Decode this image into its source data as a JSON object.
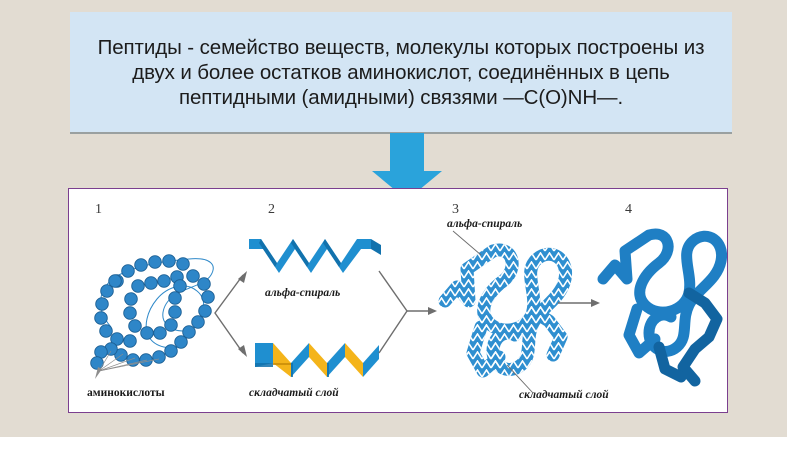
{
  "slide": {
    "background_color": "#e2dcd2",
    "page_background": "#ffffff"
  },
  "title": {
    "text": "Пептиды -  семейство веществ, молекулы которых построены из двух и более остатков аминокислот, соединённых в цепь пептидными (амидными) связями —C(O)NH—.",
    "background_color": "#d3e5f4",
    "text_color": "#1c1c1c",
    "underline_color": "#9aa0a0"
  },
  "down_arrow": {
    "name": "down-arrow",
    "color": "#2aa3db"
  },
  "diagram": {
    "panel_background": "#ffffff",
    "border_color": "#7b3f8f",
    "accent_blue": "#2f89c9",
    "ribbon_blue": "#1f8fd0",
    "sheet_yellow": "#f4b41a",
    "stage_numbers": [
      "1",
      "2",
      "3",
      "4"
    ],
    "stages": [
      {
        "number": "1",
        "name": "primary-structure",
        "caption": "аминокислоты"
      },
      {
        "number": "2",
        "name": "secondary-structure",
        "caption_top": "альфа-спираль",
        "caption_bottom": "складчатый слой"
      },
      {
        "number": "3",
        "name": "tertiary-structure",
        "caption_top": "альфа-спираль",
        "caption_bottom": "складчатый слой"
      },
      {
        "number": "4",
        "name": "quaternary-structure",
        "caption": ""
      }
    ],
    "connectors": [
      {
        "name": "branch-arrow-1-to-2",
        "shape": "split"
      },
      {
        "name": "merge-arrow-2-to-3",
        "shape": "merge"
      },
      {
        "name": "arrow-3-to-4",
        "shape": "straight"
      }
    ]
  }
}
